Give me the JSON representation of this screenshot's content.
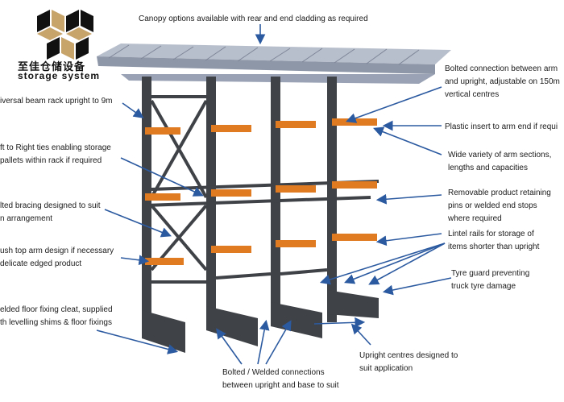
{
  "logo": {
    "chinese": "至佳仓储设备",
    "english": "storage system"
  },
  "colors": {
    "arrow": "#2c5aa0",
    "steel": "#3f4247",
    "arm": "#e07b22",
    "roof": "#9aa3b5"
  },
  "labels": {
    "canopy": "Canopy options available with rear and end cladding as required",
    "bolted_connection_1": "Bolted connection between arm",
    "bolted_connection_2": "and upright, adjustable on 150m",
    "bolted_connection_3": "vertical centres",
    "upright": "iversal beam rack upright to 9m",
    "plastic_insert": "Plastic insert to arm end if requi",
    "ties_1": "ft to Right ties enabling storage",
    "ties_2": "pallets within rack if required",
    "arm_variety_1": "Wide variety of arm sections,",
    "arm_variety_2": "lengths and capacities",
    "bracing_1": "lted bracing designed to suit",
    "bracing_2": "n arrangement",
    "retaining_1": "Removable product retaining",
    "retaining_2": "pins or welded end stops",
    "retaining_3": "where required",
    "lintel_1": "Lintel rails for storage of",
    "lintel_2": "items shorter than upright",
    "push_top_1": "ush top arm design if necessary",
    "push_top_2": "delicate edged product",
    "tyre_guard_1": "Tyre guard preventing",
    "tyre_guard_2": "truck tyre damage",
    "floor_fixing_1": "elded floor fixing cleat, supplied",
    "floor_fixing_2": "th levelling shims & floor fixings",
    "upright_centres_1": "Upright centres designed to",
    "upright_centres_2": "suit application",
    "base_connections_1": "Bolted / Welded connections",
    "base_connections_2": "between upright and base to suit"
  }
}
